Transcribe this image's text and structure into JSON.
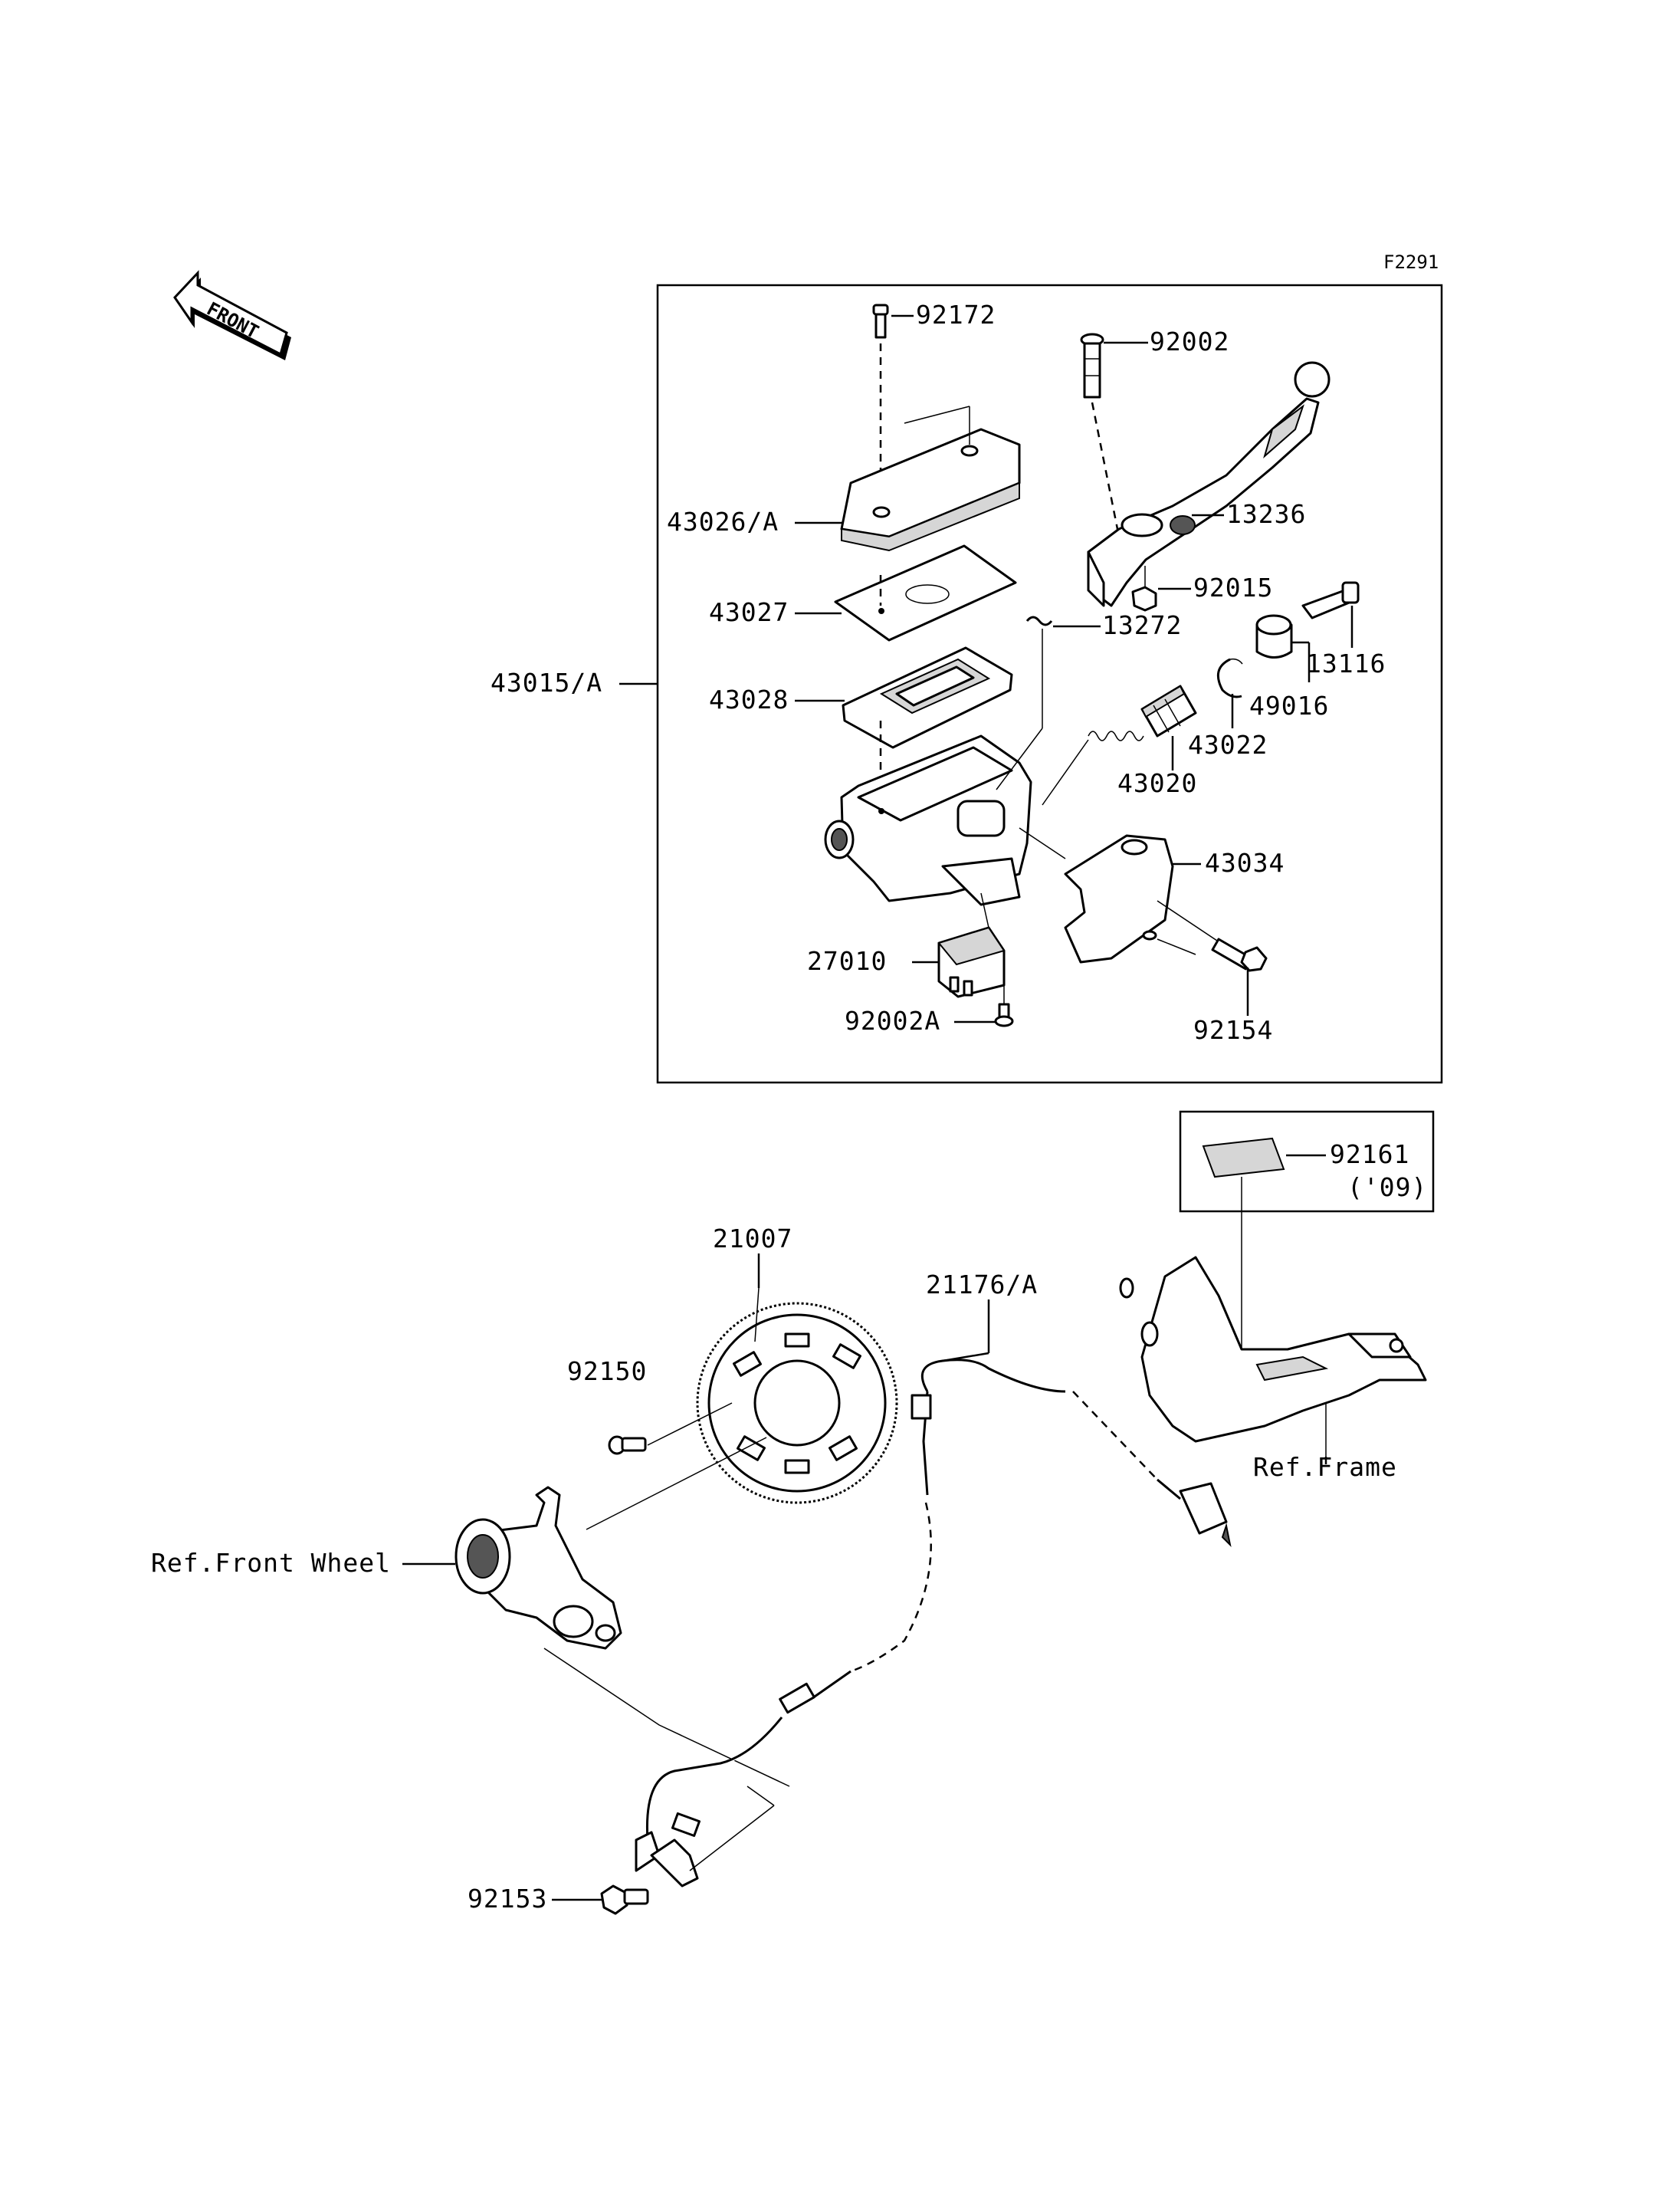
{
  "figure_code": "F2291",
  "front_arrow": {
    "text": "FRONT"
  },
  "labels": {
    "p92172": "92172",
    "p92002": "92002",
    "p43026A": "43026/A",
    "p13236": "13236",
    "p43027": "43027",
    "p92015": "92015",
    "p13272": "13272",
    "p13116": "13116",
    "p43015A": "43015/A",
    "p43028": "43028",
    "p49016": "49016",
    "p43022": "43022",
    "p43020": "43020",
    "p43034": "43034",
    "p27010": "27010",
    "p92002A": "92002A",
    "p92154": "92154",
    "p92161": "92161",
    "p92161_note": "('09)",
    "p21007": "21007",
    "p21176A": "21176/A",
    "p92150": "92150",
    "ref_frame": "Ref.Frame",
    "ref_front_wheel": "Ref.Front Wheel",
    "p92153": "92153"
  }
}
